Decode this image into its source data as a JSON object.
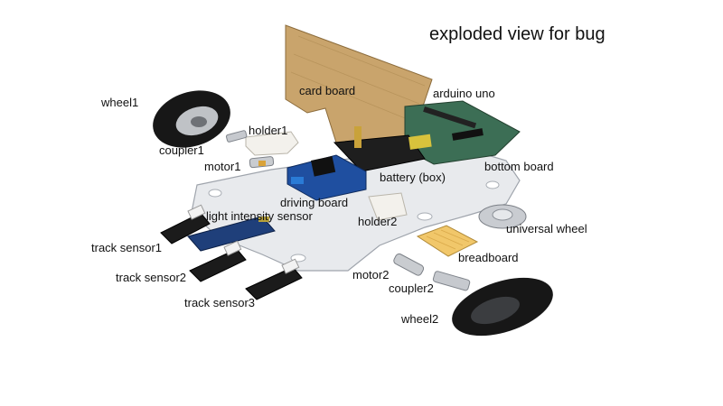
{
  "title": "exploded view for bug",
  "labels": {
    "wheel1": "wheel1",
    "coupler1": "coupler1",
    "holder1": "holder1",
    "motor1": "motor1",
    "card_board": "card board",
    "arduino_uno": "arduino uno",
    "bottom_board": "bottom board",
    "battery_box": "battery (box)",
    "driving_board": "driving board",
    "light_intensity_sensor": "light intensity sensor",
    "holder2": "holder2",
    "universal_wheel": "universal wheel",
    "track_sensor1": "track sensor1",
    "track_sensor2": "track sensor2",
    "track_sensor3": "track sensor3",
    "breadboard": "breadboard",
    "motor2": "motor2",
    "coupler2": "coupler2",
    "wheel2": "wheel2"
  },
  "colors": {
    "acrylic": "#e6e8ec",
    "cardboard": "#c8a56e",
    "arduino_green": "#3c6e55",
    "driver_blue": "#1f4fa0",
    "sensor_black": "#1b1b1b",
    "wheel_black": "#171717",
    "breadboard": "#f1c76a",
    "holder_white": "#f3f1ec"
  }
}
